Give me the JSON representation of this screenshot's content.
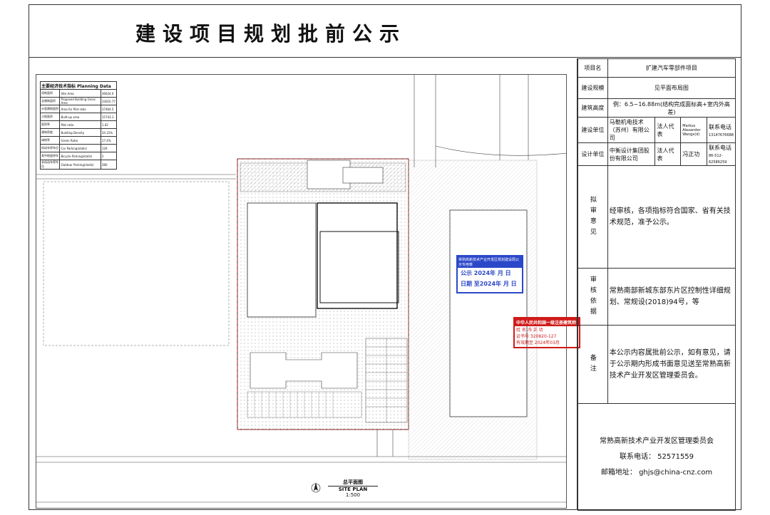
{
  "title": "建设项目规划批前公示",
  "info": {
    "project_label": "项目名",
    "project_value": "扩建汽车零部件项目",
    "scale_label": "建设规模",
    "scale_value": "见平面布局图",
    "height_label": "建筑高度",
    "height_value": "例：6.5~16.88m(结构完成面标高+室内外高差)",
    "builder_label": "建设单位",
    "builder_value": "马勒机电技术（苏州）有限公司",
    "legal_label": "法人代表",
    "builder_legal": "Markus Alexander Wangx(d)",
    "contact_label": "联系电话",
    "builder_phone": "13147676688",
    "designer_label": "设计单位",
    "designer_value": "中衡设计集团股份有限公司",
    "designer_legal": "冯正功",
    "designer_phone": "86-512-62586259"
  },
  "review": {
    "label": "拟审意见",
    "text": "经审核，各项指标符合国家、省有关技术规范，准予公示。"
  },
  "basis": {
    "label": "审核依据",
    "text": "常熟南部新城东部东片区控制性详细规划、常规设(2018)94号，等"
  },
  "remarks": {
    "label": "备注",
    "text": "本公示内容属批前公示，如有意见，请于公示期内形成书面意见送至常熟高新技术产业开发区管理委员会。"
  },
  "footer": {
    "org": "常熟高新技术产业开发区管理委员会",
    "phone": "联系电话：  52571559",
    "email": "邮箱地址：  ghjs@china-cnz.com"
  },
  "planning_table": {
    "header": "主要经济技术指标  Planning Data",
    "rows": [
      [
        "用地面积",
        "Site Area",
        "36624.0"
      ],
      [
        "总建筑面积",
        "Proposed Building Gross Area",
        "33010.77"
      ],
      [
        "计容建筑面积",
        "Area for Plot ratio",
        "37464.5"
      ],
      [
        "占地面积",
        "Built-up area",
        "15743.1"
      ],
      [
        "容积率",
        "Plot ratio",
        "1.02"
      ],
      [
        "建筑密度",
        "Building Density",
        "34.31%"
      ],
      [
        "绿地率",
        "Green Ratio",
        "17.4%"
      ],
      [
        "机动车停车位",
        "Car Parking(stalls)",
        "126"
      ],
      [
        "其中地面停车",
        "Bicycle Parking(stalls)",
        "2"
      ],
      [
        "非机动车停车位",
        "Outdoor Parking(stalls)",
        "280"
      ]
    ]
  },
  "stamp_blue": {
    "header": "常熟高新技术产业开发区规划建设局公示专用章",
    "line1": "公示  2024年 月 日",
    "line2": "日期  至2024年 月 日"
  },
  "stamp_red": {
    "header": "中华人民共和国一级注册建筑师",
    "name": "姓 名  冯 正 功",
    "cert": "证书号  320820-127",
    "date": "有效期至  2024年03月"
  },
  "site_plan": {
    "cn": "总平面图",
    "en": "SITE PLAN",
    "scale": "1:500"
  },
  "colors": {
    "line": "#333333",
    "blue_stamp": "#2b48c9",
    "red_stamp": "#d01a1a",
    "hatch": "#888888"
  }
}
